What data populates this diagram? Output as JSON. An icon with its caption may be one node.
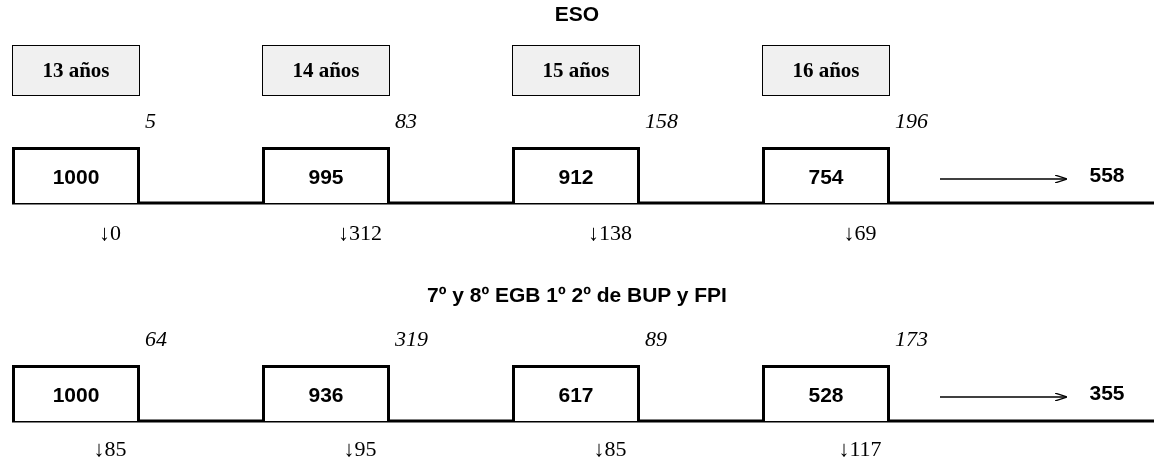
{
  "diagram": {
    "nodes": [
      {
        "text": [
          "13 años"
        ]
      },
      {
        "text": [
          "14 años"
        ]
      },
      {
        "text": [
          "15 años"
        ]
      },
      {
        "text": [
          "16 años"
        ]
      },
      {
        "text": [
          "1000"
        ]
      },
      {
        "text": [
          "995"
        ]
      },
      {
        "text": [
          "912"
        ]
      },
      {
        "text": [
          "754"
        ]
      },
      {
        "text": [
          "558"
        ]
      },
      {
        "text": [
          "1000"
        ]
      },
      {
        "text": [
          "936"
        ]
      },
      {
        "text": [
          "617"
        ]
      },
      {
        "text": [
          "528"
        ]
      },
      {
        "text": [
          "355"
        ]
      }
    ],
    "edges": [
      {
        "from": 7,
        "to": 8,
        "arrow": "to"
      },
      {
        "from": 12,
        "to": 13,
        "arrow": "to"
      }
    ],
    "labels": [
      "ESO",
      "5",
      "83",
      "158",
      "196",
      "↓0",
      "↓312",
      "↓138",
      "↓69",
      "7º y 8º EGB 1º 2º de BUP y FPI",
      "64",
      "319",
      "89",
      "173",
      "↓85",
      "↓95",
      "↓85",
      "↓117"
    ]
  }
}
